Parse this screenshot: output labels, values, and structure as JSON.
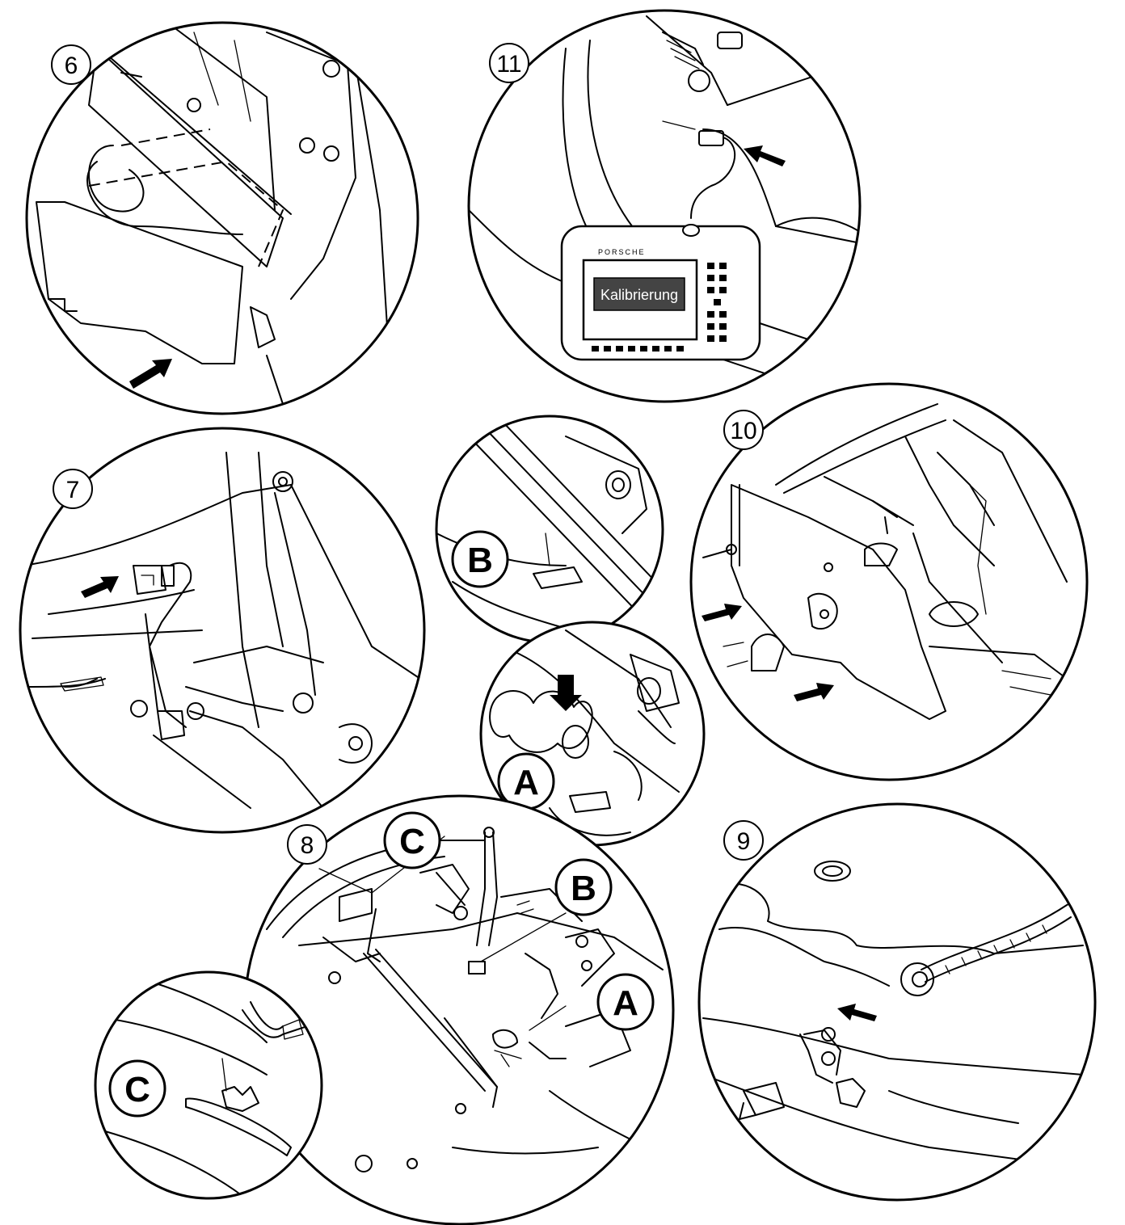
{
  "steps": {
    "s6": "6",
    "s7": "7",
    "s8": "8",
    "s9": "9",
    "s10": "10",
    "s11": "11"
  },
  "detail_labels": {
    "a_inset": "A",
    "b_inset": "B",
    "c_inset": "C",
    "a_main": "A",
    "b_main": "B",
    "c_main": "C"
  },
  "tester": {
    "brand": "PORSCHE",
    "screen_text": "Kalibrierung"
  }
}
